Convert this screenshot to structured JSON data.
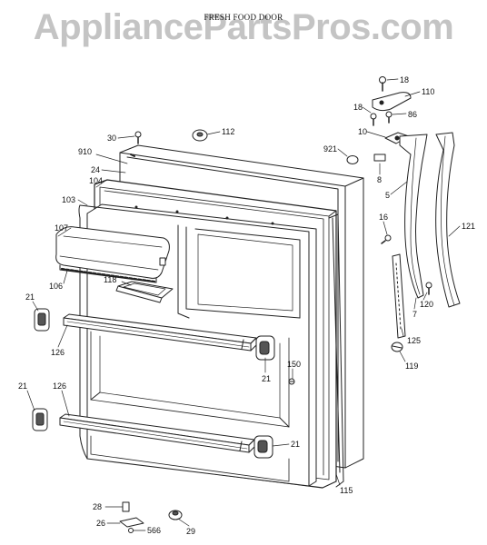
{
  "watermark": "AppliancePartsPros.com",
  "title": "FRESH FOOD DOOR",
  "callouts": {
    "c18a": "18",
    "c110": "110",
    "c18b": "18",
    "c86": "86",
    "c10": "10",
    "c30": "30",
    "c112": "112",
    "c910": "910",
    "c921": "921",
    "c24": "24",
    "c8": "8",
    "c104": "104",
    "c103": "103",
    "c5": "5",
    "c107": "107",
    "c16": "16",
    "c121": "121",
    "c106": "106",
    "c118": "118",
    "c21a": "21",
    "c120": "120",
    "c7": "7",
    "c126a": "126",
    "c125": "125",
    "c21b": "21",
    "c150": "150",
    "c119": "119",
    "c21c": "21",
    "c126b": "126",
    "c21d": "21",
    "c115": "115",
    "c28": "28",
    "c26": "26",
    "c566": "566",
    "c29": "29"
  }
}
